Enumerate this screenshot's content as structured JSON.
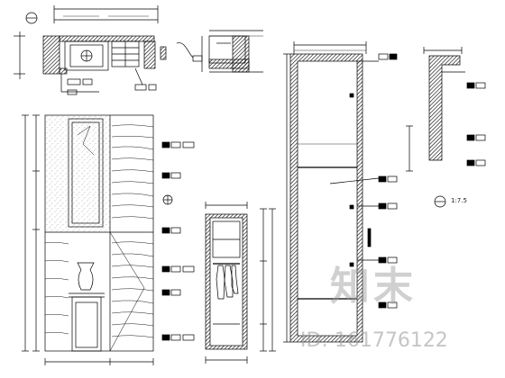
{
  "drawing": {
    "section_scale": "1:7.5"
  },
  "watermark": {
    "logo_text": "知末",
    "id_text": "ID: 161776122"
  },
  "icons": [
    "section-marker-icon",
    "detail-callout-icon",
    "elevation-marker-icon"
  ]
}
